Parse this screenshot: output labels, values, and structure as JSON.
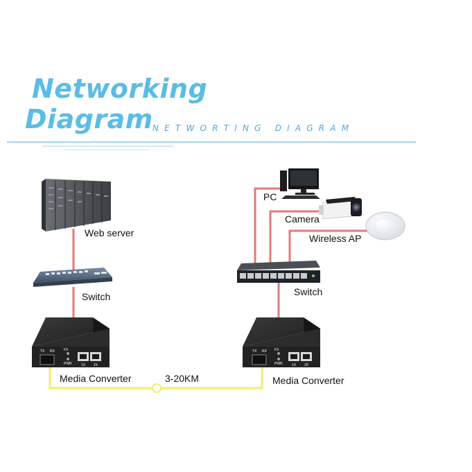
{
  "header": {
    "title_line1": "Networking",
    "title_line2": "Diagram",
    "subtitle": "NETWORTING DIAGRAM"
  },
  "labels": {
    "web_server": "Web server",
    "switch_left": "Switch",
    "media_converter_left": "Media Converter",
    "distance": "3-20KM",
    "pc": "PC",
    "camera": "Camera",
    "wireless_ap": "Wireless AP",
    "switch_right": "Switch",
    "media_converter_right": "Media Converter"
  },
  "device_text": {
    "tx": "TX",
    "rx": "RX",
    "fx": "FX",
    "pwr": "PWR",
    "port1": "1X",
    "port2": "2X"
  },
  "colors": {
    "title": "#5bbde4",
    "copper_link": "#e8777a",
    "fiber_link": "#f2ee6e",
    "device_body": "#2d2d2d"
  }
}
